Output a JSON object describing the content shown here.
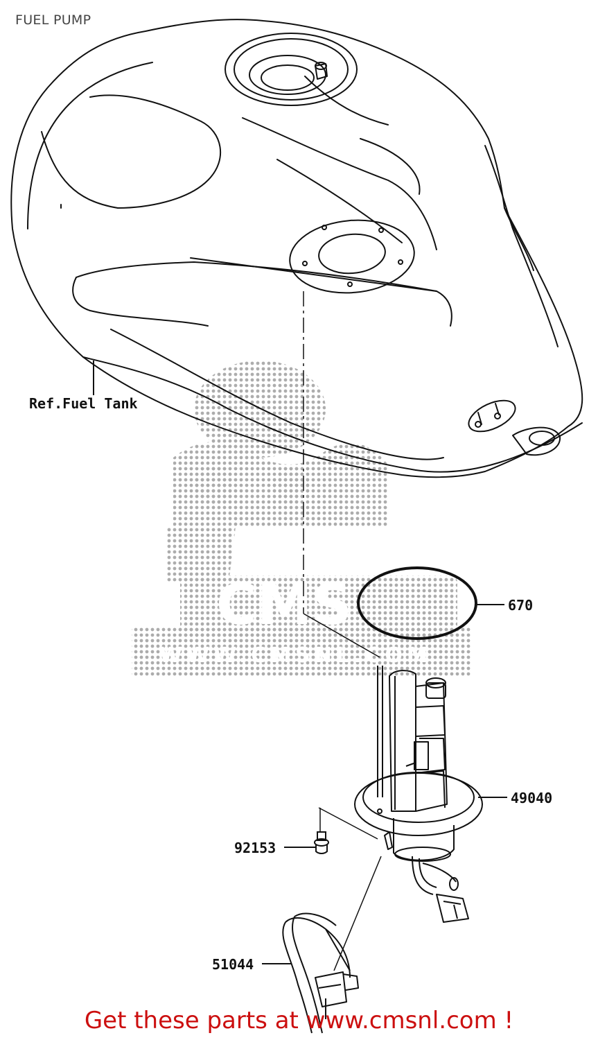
{
  "title": "FUEL PUMP",
  "labels": {
    "tank_ref": "Ref.Fuel Tank",
    "oring": "670",
    "pump": "49040",
    "bolt": "92153",
    "hose": "51044"
  },
  "footer": "Get these parts at www.cmsnl.com !",
  "colors": {
    "line": "#111111",
    "footer": "#cc0f0f",
    "watermark": "#b0b0b0"
  }
}
